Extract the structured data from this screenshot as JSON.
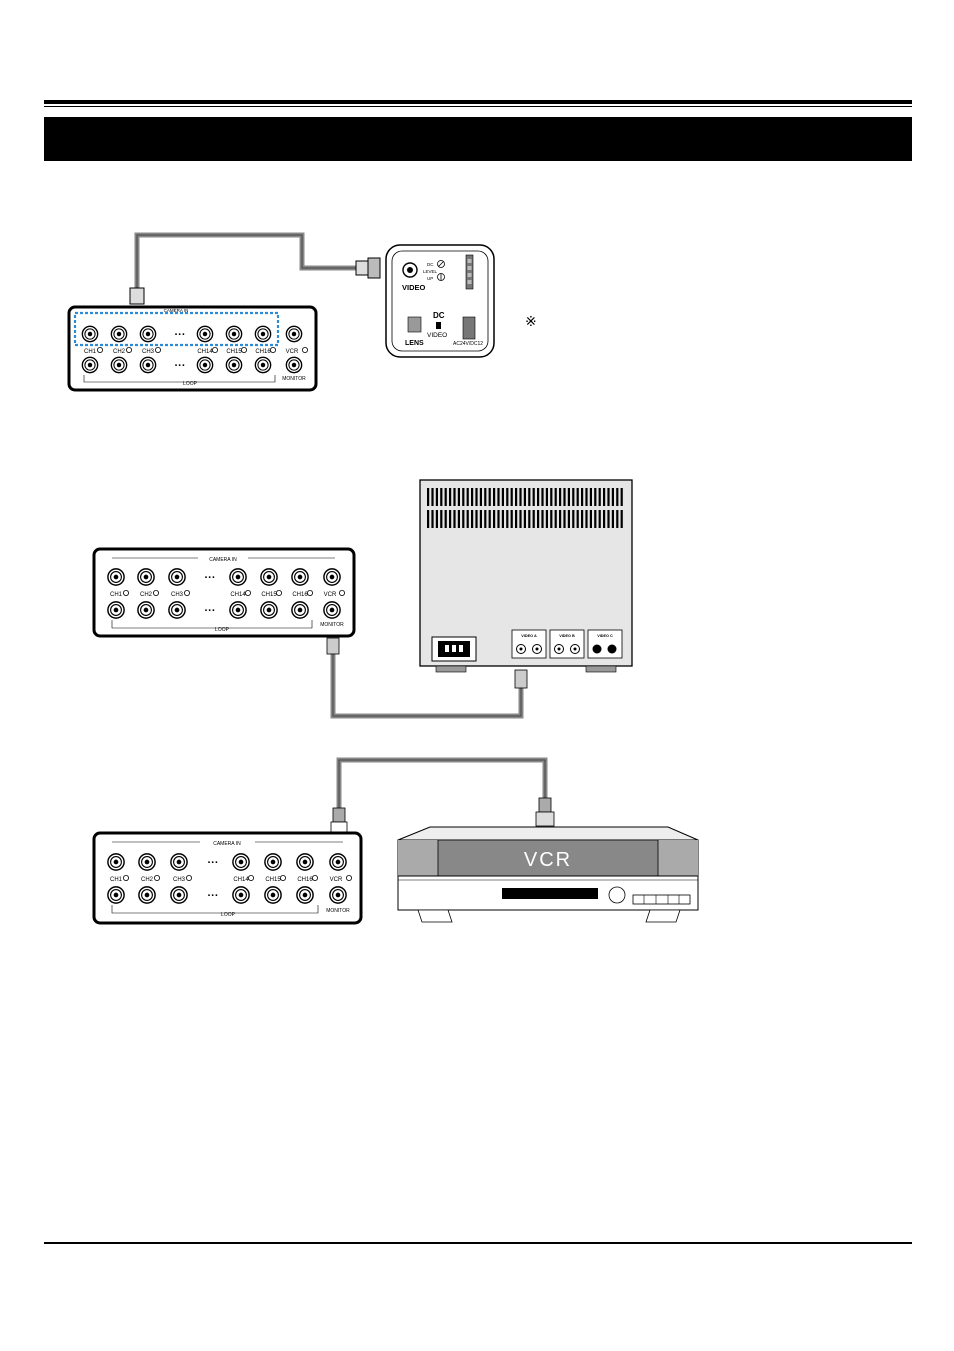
{
  "diagram1": {
    "dvr": {
      "camera_in": "CAMERA IN",
      "ch1": "CH1",
      "ch2": "CH2",
      "ch3": "CH3",
      "ch14": "CH14",
      "ch15": "CH15",
      "ch16": "CH16",
      "vcr": "VCR",
      "loop": "LOOP",
      "monitor": "MONITOR"
    },
    "camera": {
      "video": "VIDEO",
      "dc_small": "DC",
      "level": "LEVEL",
      "up": "UP",
      "lens": "LENS",
      "dc": "DC",
      "video2": "VIDEO",
      "power": "AC24V/DC12"
    },
    "note_mark": "※"
  },
  "diagram2": {
    "dvr": {
      "camera_in": "CAMERA IN",
      "ch1": "CH1",
      "ch2": "CH2",
      "ch3": "CH3",
      "ch14": "CH14",
      "ch15": "CH15",
      "ch16": "CH16",
      "vcr": "VCR",
      "loop": "LOOP",
      "monitor": "MONITOR"
    },
    "monitor_back": {
      "video_a": "VIDEO A",
      "video_b": "VIDEO B",
      "video_c": "VIDEO C"
    }
  },
  "diagram3": {
    "dvr": {
      "camera_in": "CAMERA IN",
      "ch1": "CH1",
      "ch2": "CH2",
      "ch3": "CH3",
      "ch14": "CH14",
      "ch15": "CH15",
      "ch16": "CH16",
      "vcr": "VCR",
      "loop": "LOOP",
      "monitor": "MONITOR"
    },
    "vcr_label": "VCR"
  }
}
